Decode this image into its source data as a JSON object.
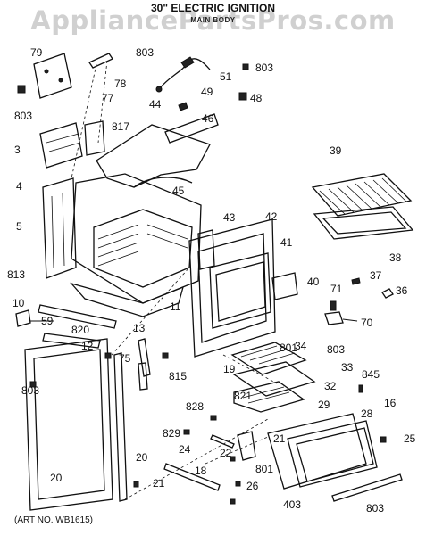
{
  "title": "30\" ELECTRIC IGNITION",
  "subtitle": "MAIN BODY",
  "watermark": "AppliancePartsPros.com",
  "footer": "(ART NO. WB1615)",
  "callouts": [
    "79",
    "803",
    "78",
    "51",
    "803",
    "49",
    "48",
    "77",
    "817",
    "44",
    "46",
    "803",
    "3",
    "39",
    "4",
    "45",
    "5",
    "43",
    "42",
    "38",
    "41",
    "813",
    "40",
    "37",
    "36",
    "71",
    "11",
    "10",
    "70",
    "59",
    "820",
    "13",
    "801",
    "34",
    "803",
    "12",
    "75",
    "815",
    "19",
    "33",
    "845",
    "32",
    "803",
    "821",
    "29",
    "16",
    "20",
    "828",
    "28",
    "25",
    "21",
    "829",
    "22",
    "24",
    "801",
    "20",
    "18",
    "21",
    "26",
    "403",
    "803"
  ]
}
